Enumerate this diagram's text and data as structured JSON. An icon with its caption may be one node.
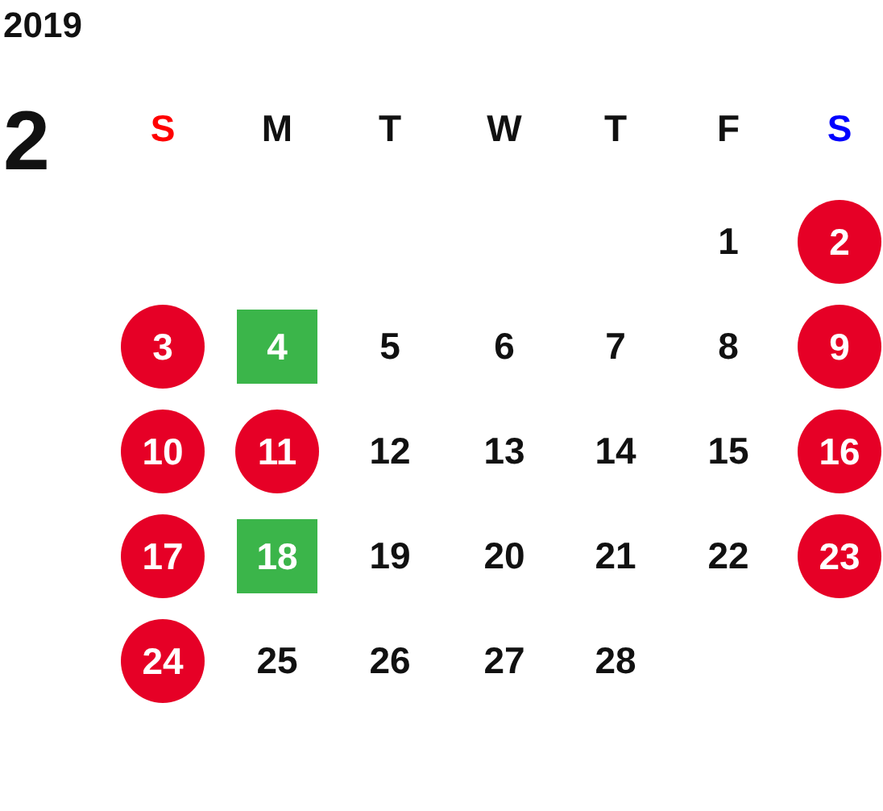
{
  "diagram": {
    "title": "2019",
    "nodes": [
      {
        "text": [
          "2"
        ]
      },
      {
        "text": [
          "3"
        ]
      },
      {
        "text": [
          "4"
        ]
      },
      {
        "text": [
          "9"
        ]
      },
      {
        "text": [
          "10"
        ]
      },
      {
        "text": [
          "11"
        ]
      },
      {
        "text": [
          "16"
        ]
      },
      {
        "text": [
          "17"
        ]
      },
      {
        "text": [
          "18"
        ]
      },
      {
        "text": [
          "23"
        ]
      },
      {
        "text": [
          "24"
        ]
      }
    ],
    "labels": [
      "2",
      "S",
      "M",
      "T",
      "W",
      "T",
      "F",
      "S",
      "1",
      "5",
      "6",
      "7",
      "8",
      "12",
      "13",
      "14",
      "15",
      "19",
      "20",
      "21",
      "22",
      "25",
      "26",
      "27",
      "28"
    ]
  }
}
